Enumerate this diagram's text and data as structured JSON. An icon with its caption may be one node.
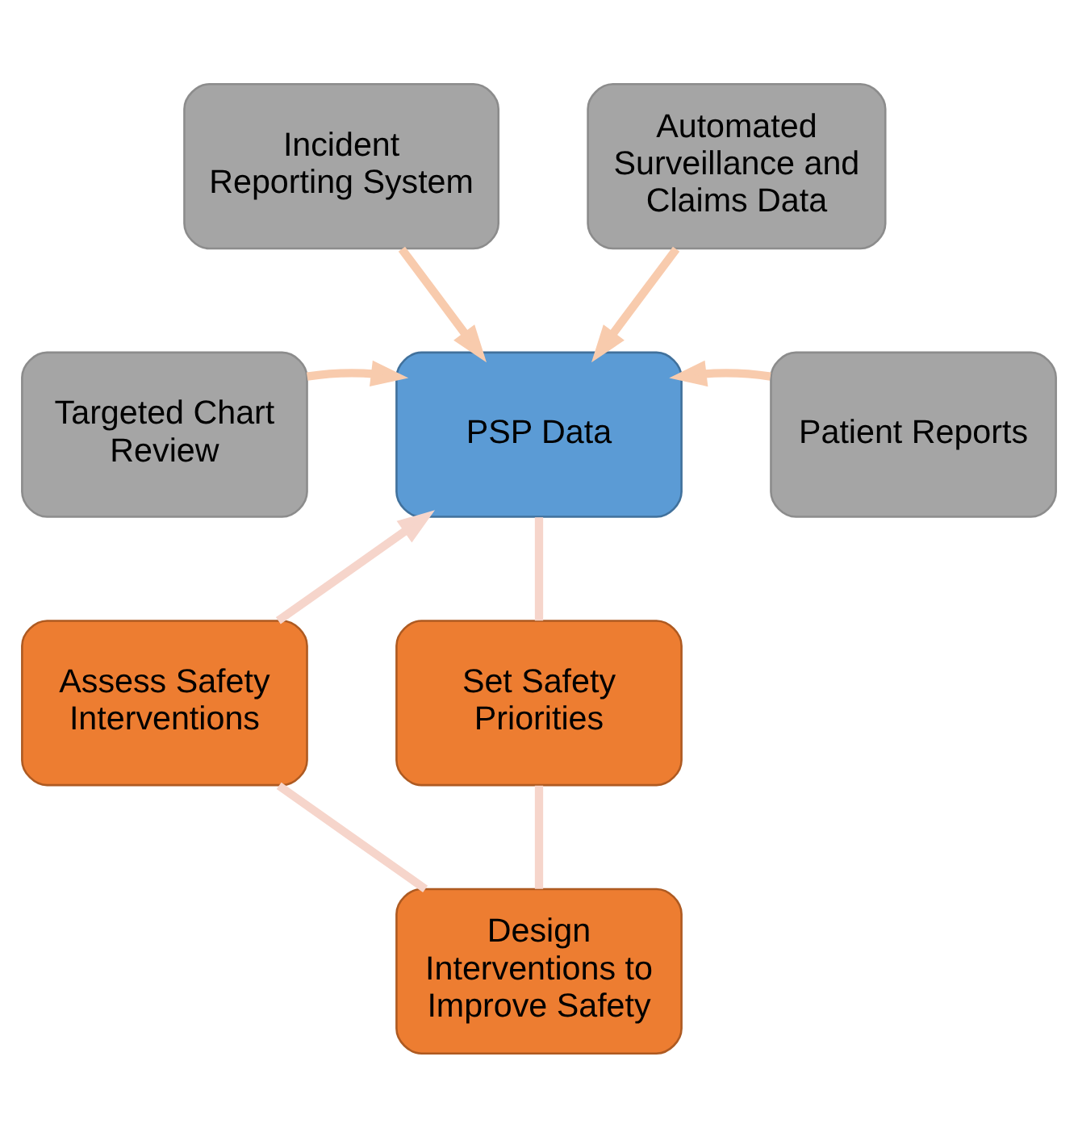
{
  "diagram": {
    "nodes": [
      {
        "text": [
          "Incident Reporting System"
        ]
      },
      {
        "text": [
          "Automated Surveillance and Claims Data"
        ]
      },
      {
        "text": [
          "Targeted Chart Review"
        ]
      },
      {
        "text": [
          "Patient Reports"
        ]
      },
      {
        "text": [
          "PSP Data"
        ]
      },
      {
        "text": [
          "Assess Safety Interventions"
        ]
      },
      {
        "text": [
          "Set Safety Priorities"
        ]
      },
      {
        "text": [
          "Design Interventions to Improve Safety"
        ]
      }
    ],
    "edges": [
      {
        "from": 0,
        "to": 4,
        "arrow": "to",
        "color": "#f8cbad"
      },
      {
        "from": 1,
        "to": 4,
        "arrow": "to",
        "color": "#f8cbad"
      },
      {
        "from": 2,
        "to": 4,
        "arrow": "to",
        "color": "#f8cbad"
      },
      {
        "from": 3,
        "to": 4,
        "arrow": "to",
        "color": "#f8cbad"
      },
      {
        "from": 4,
        "to": 6,
        "arrow": "none",
        "color": "#f6d5cb"
      },
      {
        "from": 6,
        "to": 7,
        "arrow": "none",
        "color": "#f6d5cb"
      },
      {
        "from": 7,
        "to": 5,
        "arrow": "none",
        "color": "#f6d5cb"
      },
      {
        "from": 5,
        "to": 4,
        "arrow": "to",
        "color": "#f6d5cb"
      }
    ]
  }
}
